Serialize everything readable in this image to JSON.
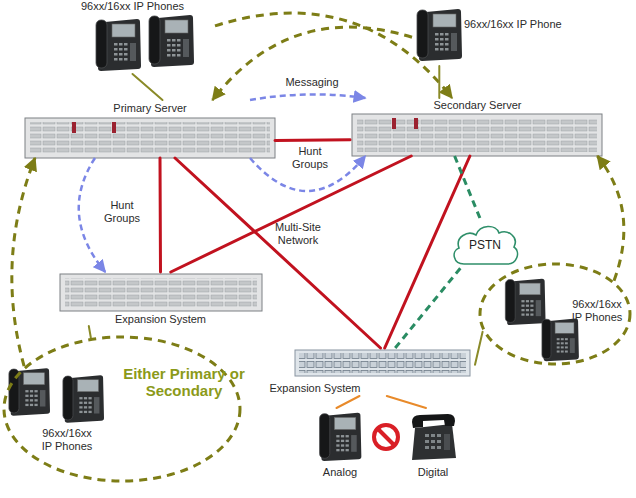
{
  "diagram": {
    "nodes": [
      {
        "text": [
          "96xx/16xx IP Phones"
        ]
      },
      {
        "text": [
          "96xx/16xx IP Phone"
        ]
      },
      {
        "text": [
          "Primary Server"
        ]
      },
      {
        "text": [
          "Secondary Server"
        ]
      },
      {
        "text": [
          "PSTN"
        ]
      },
      {
        "text": [
          "Expansion System"
        ]
      },
      {
        "text": [
          "96xx/16xx IP Phones"
        ]
      },
      {
        "text": [
          "96xx/16xx IP Phones",
          "Either Primary or Secondary"
        ]
      },
      {
        "text": [
          "Expansion System"
        ]
      },
      {
        "text": [
          "Analog"
        ]
      },
      {
        "text": [
          "Digital"
        ]
      }
    ],
    "edges": [
      {
        "from": 2,
        "to": 3,
        "arrow": "none"
      },
      {
        "from": 2,
        "to": 5,
        "arrow": "none"
      },
      {
        "from": 2,
        "to": 8,
        "label": "Multi-Site Network",
        "arrow": "none"
      },
      {
        "from": 3,
        "to": 5,
        "arrow": "none"
      },
      {
        "from": 3,
        "to": 8,
        "arrow": "none"
      },
      {
        "from": 2,
        "to": 3,
        "label": "Messaging",
        "arrow": "to"
      },
      {
        "from": 2,
        "to": 3,
        "label": "Hunt Groups",
        "arrow": "to"
      },
      {
        "from": 2,
        "to": 5,
        "label": "Hunt Groups",
        "arrow": "to"
      },
      {
        "from": 3,
        "to": 4,
        "arrow": "none"
      },
      {
        "from": 8,
        "to": 4,
        "arrow": "none"
      },
      {
        "from": 0,
        "to": 3,
        "arrow": "to"
      },
      {
        "from": 1,
        "to": 2,
        "arrow": "to"
      },
      {
        "from": 7,
        "to": 2,
        "arrow": "to"
      },
      {
        "from": 6,
        "to": 3,
        "arrow": "to"
      },
      {
        "from": 0,
        "to": 2,
        "arrow": "none"
      },
      {
        "from": 1,
        "to": 3,
        "arrow": "none"
      },
      {
        "from": 5,
        "to": 7,
        "arrow": "none"
      },
      {
        "from": 8,
        "to": 6,
        "arrow": "none"
      },
      {
        "from": 8,
        "to": 9,
        "arrow": "none"
      },
      {
        "from": 8,
        "to": 10,
        "arrow": "none"
      }
    ]
  }
}
